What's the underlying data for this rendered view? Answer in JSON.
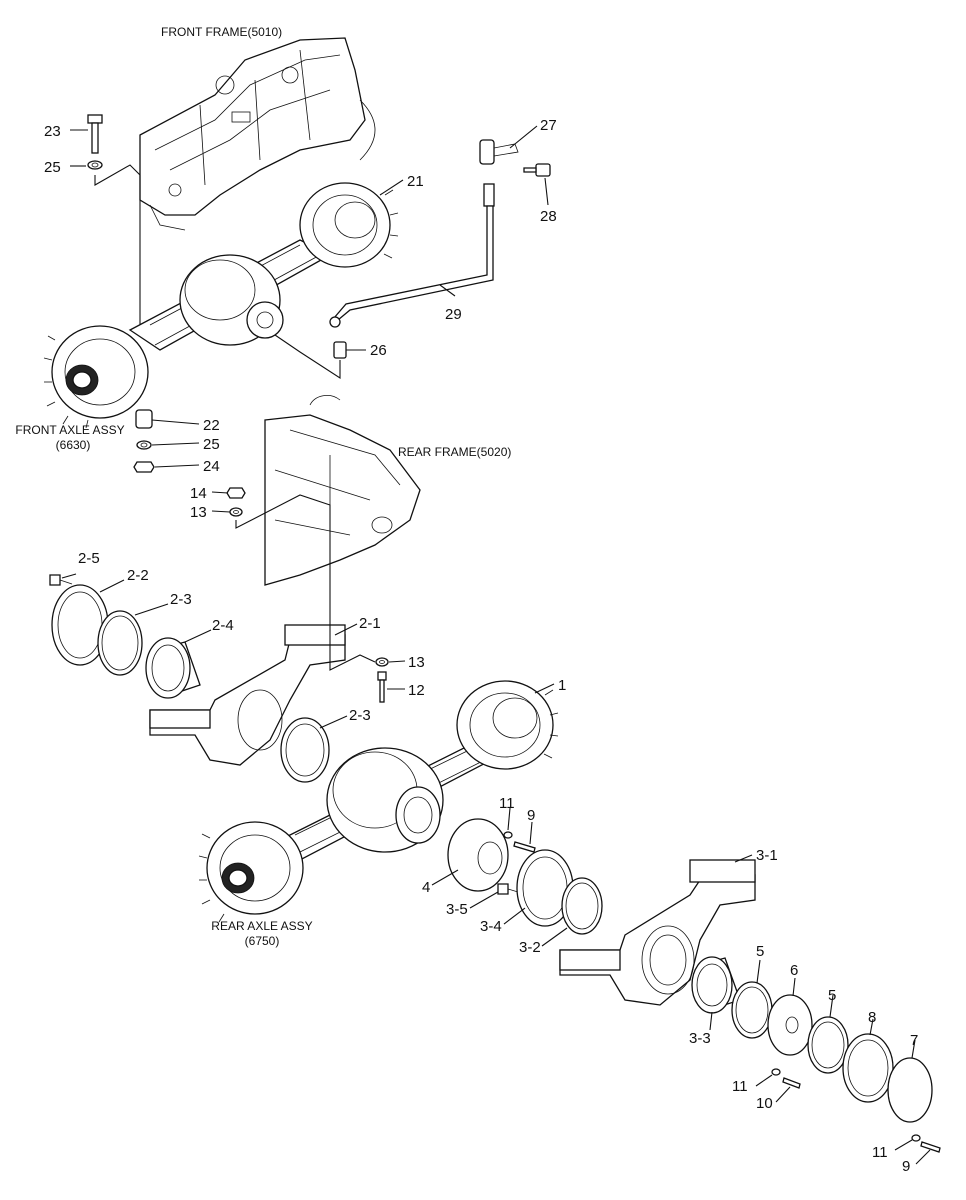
{
  "frames": {
    "front": "FRONT FRAME(5010)",
    "rear": "REAR FRAME(5020)"
  },
  "assemblies": {
    "front_axle": {
      "name": "FRONT AXLE ASSY",
      "code": "(6630)"
    },
    "rear_axle": {
      "name": "REAR AXLE ASSY",
      "code": "(6750)"
    }
  },
  "callouts": [
    {
      "id": "c23",
      "text": "23"
    },
    {
      "id": "c25a",
      "text": "25"
    },
    {
      "id": "c27",
      "text": "27"
    },
    {
      "id": "c28",
      "text": "28"
    },
    {
      "id": "c21",
      "text": "21"
    },
    {
      "id": "c29",
      "text": "29"
    },
    {
      "id": "c26",
      "text": "26"
    },
    {
      "id": "c22",
      "text": "22"
    },
    {
      "id": "c25b",
      "text": "25"
    },
    {
      "id": "c24",
      "text": "24"
    },
    {
      "id": "c14",
      "text": "14"
    },
    {
      "id": "c13a",
      "text": "13"
    },
    {
      "id": "c2_5",
      "text": "2-5"
    },
    {
      "id": "c2_2",
      "text": "2-2"
    },
    {
      "id": "c2_3a",
      "text": "2-3"
    },
    {
      "id": "c2_4",
      "text": "2-4"
    },
    {
      "id": "c2_1",
      "text": "2-1"
    },
    {
      "id": "c13b",
      "text": "13"
    },
    {
      "id": "c12",
      "text": "12"
    },
    {
      "id": "c1",
      "text": "1"
    },
    {
      "id": "c2_3b",
      "text": "2-3"
    },
    {
      "id": "c11a",
      "text": "11"
    },
    {
      "id": "c9a",
      "text": "9"
    },
    {
      "id": "c4",
      "text": "4"
    },
    {
      "id": "c3_5",
      "text": "3-5"
    },
    {
      "id": "c3_4",
      "text": "3-4"
    },
    {
      "id": "c3_2",
      "text": "3-2"
    },
    {
      "id": "c3_1",
      "text": "3-1"
    },
    {
      "id": "c5a",
      "text": "5"
    },
    {
      "id": "c6",
      "text": "6"
    },
    {
      "id": "c5b",
      "text": "5"
    },
    {
      "id": "c8",
      "text": "8"
    },
    {
      "id": "c7",
      "text": "7"
    },
    {
      "id": "c3_3",
      "text": "3-3"
    },
    {
      "id": "c11b",
      "text": "11"
    },
    {
      "id": "c10",
      "text": "10"
    },
    {
      "id": "c11c",
      "text": "11"
    },
    {
      "id": "c9b",
      "text": "9"
    }
  ]
}
